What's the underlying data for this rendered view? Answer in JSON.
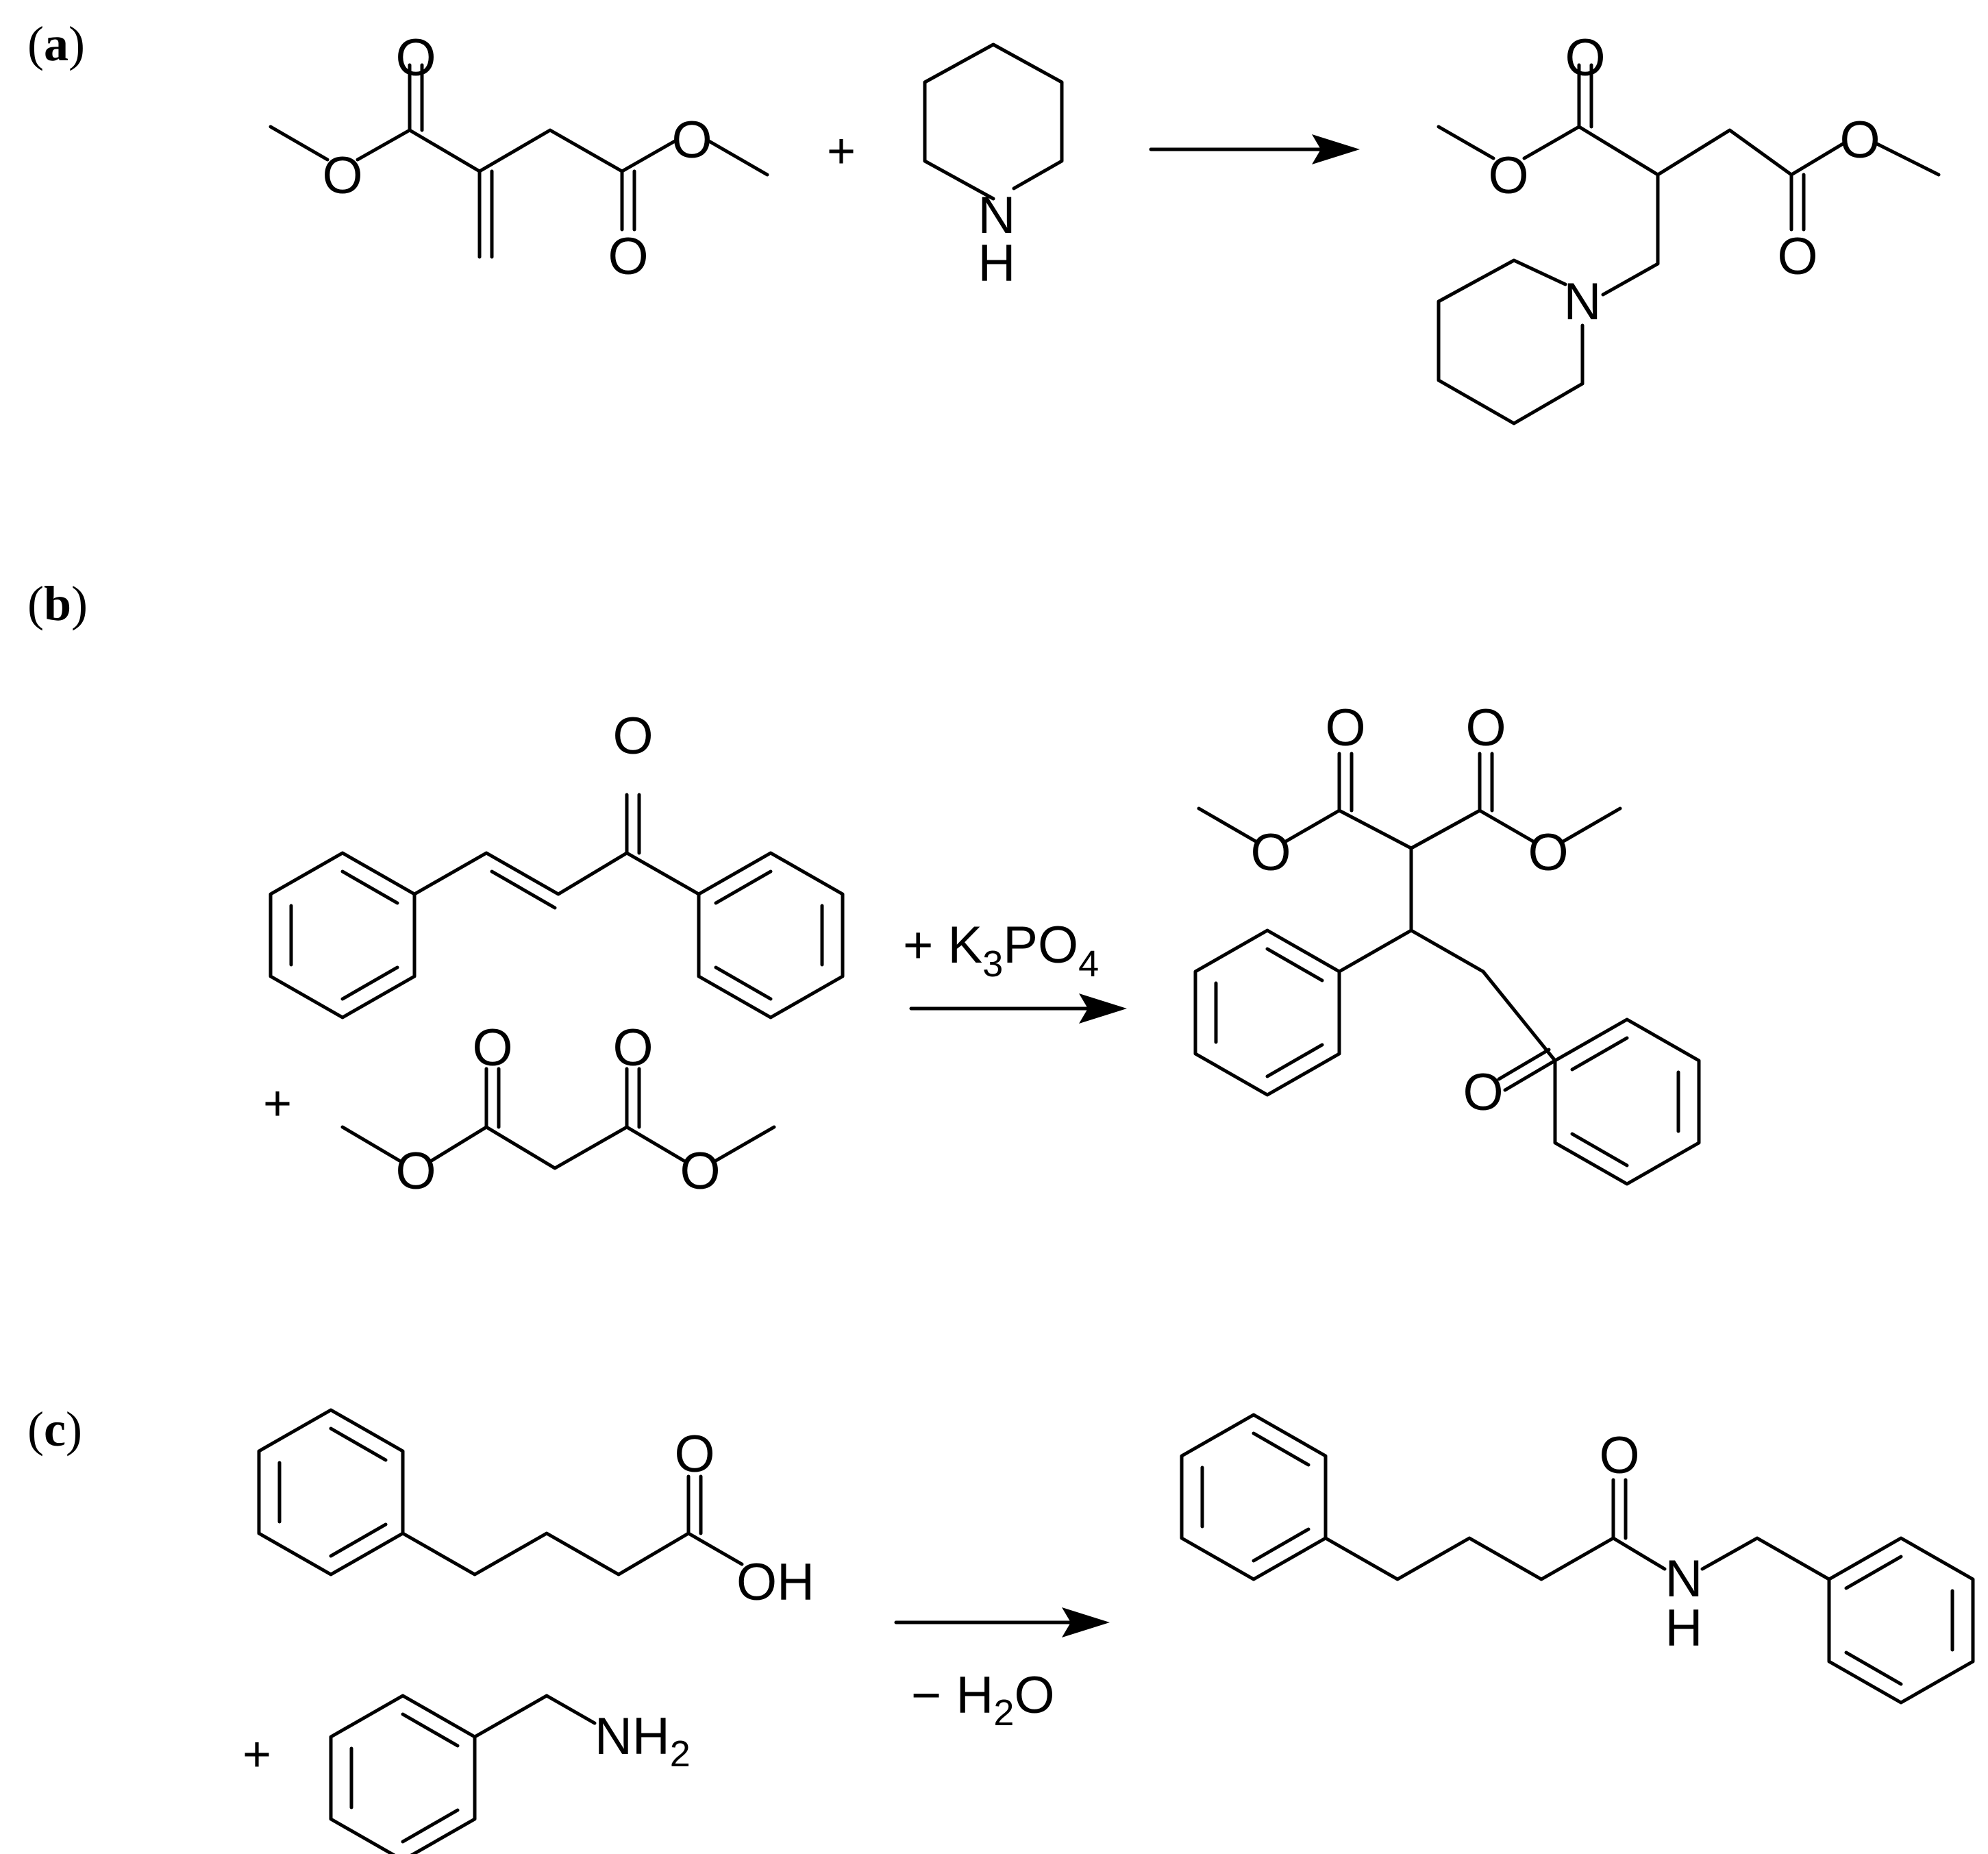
{
  "panels": {
    "a": {
      "open": "(",
      "letter": "a",
      "close": ")"
    },
    "b": {
      "open": "(",
      "letter": "b",
      "close": ")"
    },
    "c": {
      "open": "(",
      "letter": "c",
      "close": ")"
    }
  },
  "operators": {
    "plus": "+"
  },
  "atoms": {
    "O": "O",
    "N": "N",
    "H": "H",
    "OH": "OH",
    "NH": "NH",
    "two": "2",
    "three": "3",
    "four": "4"
  },
  "conditions": {
    "b_reagent": {
      "prefix": "+ K",
      "sub1": "3",
      "mid": "PO",
      "sub2": "4"
    },
    "c_byproduct": {
      "prefix": "− H",
      "sub": "2",
      "suffix": "O"
    }
  }
}
